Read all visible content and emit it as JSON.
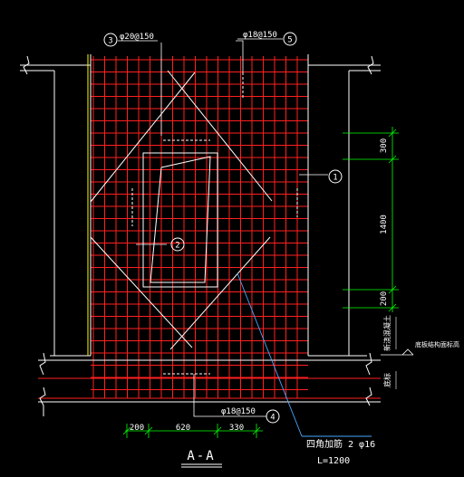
{
  "colors": {
    "background": "#000000",
    "rebar": "#ff2020",
    "wall": "#ffffff",
    "dimension": "#00ff00",
    "text": "#ffffff",
    "leader": "#4aa8ff",
    "edge": "#ffff00"
  },
  "section_title": "A-A",
  "callouts": {
    "c1": "1",
    "c2": "2",
    "c3": "3",
    "c4": "4",
    "c5": "5"
  },
  "rebar_labels": {
    "top_left": "φ20@150",
    "top_right": "φ18@150",
    "bottom": "φ18@150"
  },
  "corner_note": {
    "line1": "四角加筋 2 φ16",
    "line2": "L=1200"
  },
  "dims_bottom": [
    "200",
    "620",
    "330"
  ],
  "dims_right": [
    "300",
    "1400",
    "200"
  ],
  "vertical_notes": {
    "v1": "新浇混凝土",
    "v2": "底标"
  },
  "level_note": "底板结构面标高"
}
